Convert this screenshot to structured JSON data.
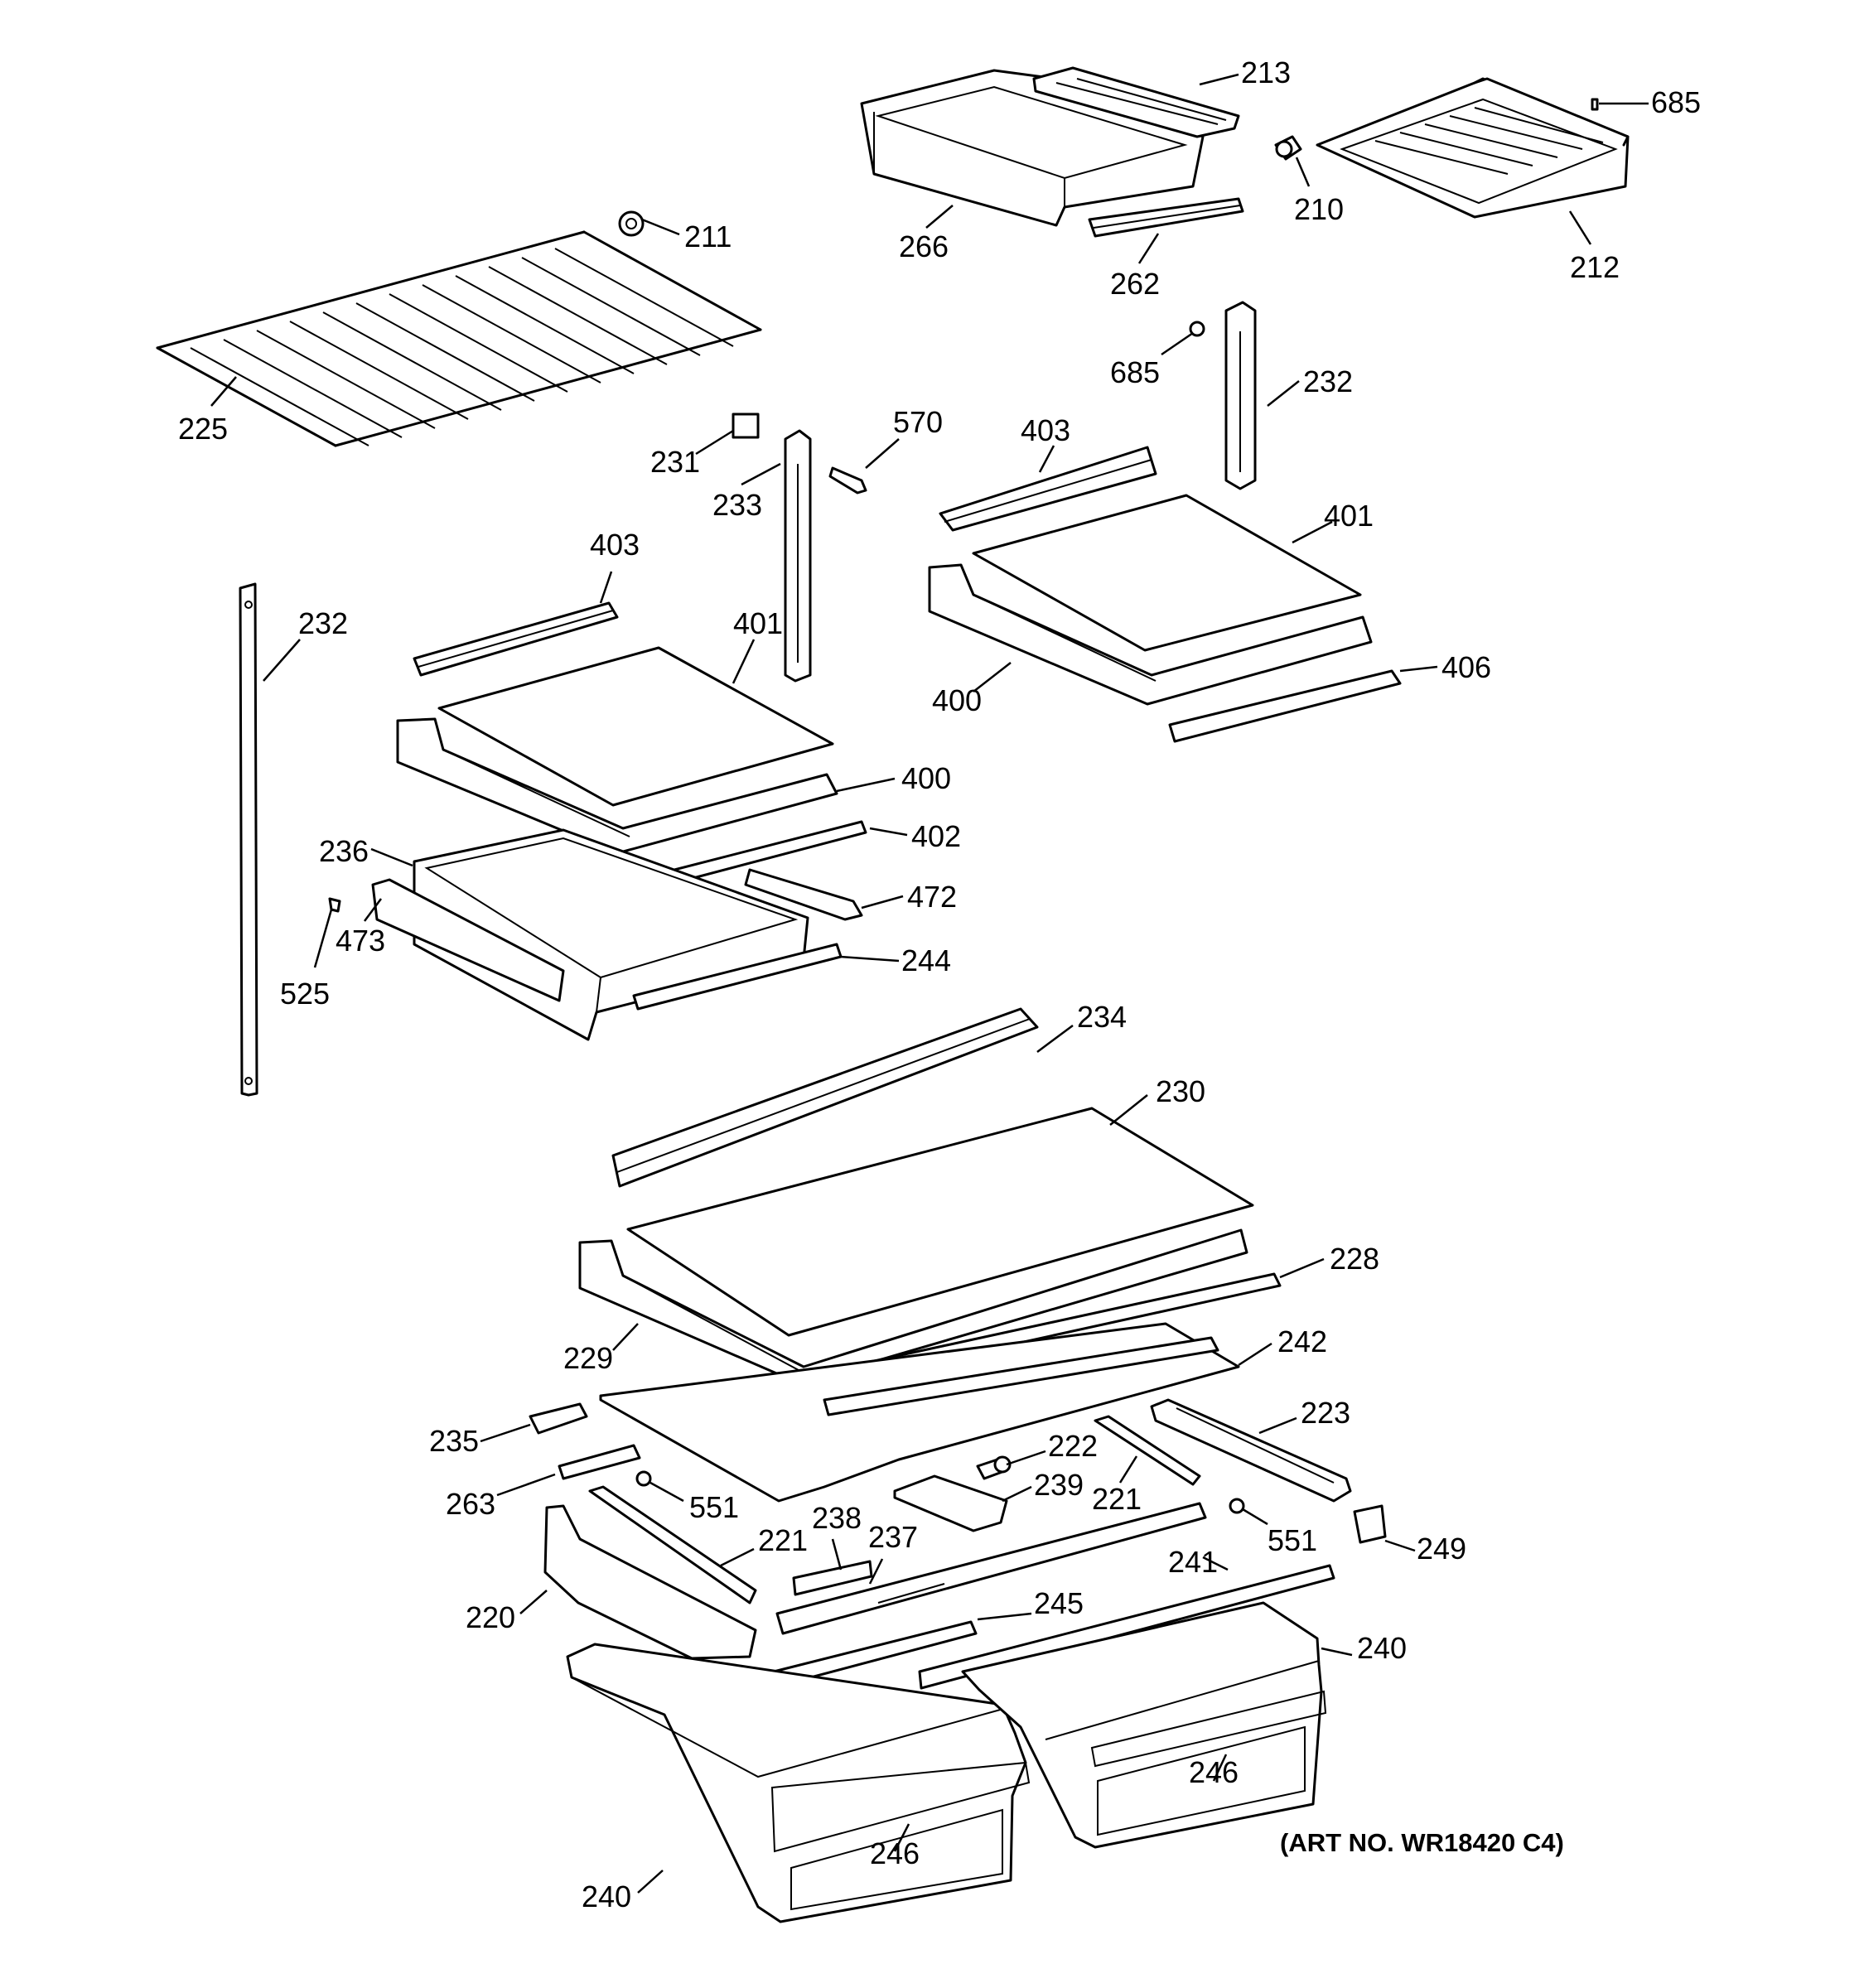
{
  "diagram": {
    "art_number": "(ART NO. WR18420 C4)",
    "line_color": "#000000",
    "background_color": "#ffffff",
    "callouts": [
      {
        "id": "c213",
        "text": "213"
      },
      {
        "id": "c685a",
        "text": "685"
      },
      {
        "id": "c211",
        "text": "211"
      },
      {
        "id": "c266",
        "text": "266"
      },
      {
        "id": "c210",
        "text": "210"
      },
      {
        "id": "c262",
        "text": "262"
      },
      {
        "id": "c212",
        "text": "212"
      },
      {
        "id": "c685b",
        "text": "685"
      },
      {
        "id": "c232a",
        "text": "232"
      },
      {
        "id": "c225",
        "text": "225"
      },
      {
        "id": "c570",
        "text": "570"
      },
      {
        "id": "c403a",
        "text": "403"
      },
      {
        "id": "c231",
        "text": "231"
      },
      {
        "id": "c233",
        "text": "233"
      },
      {
        "id": "c401a",
        "text": "401"
      },
      {
        "id": "c403b",
        "text": "403"
      },
      {
        "id": "c232b",
        "text": "232"
      },
      {
        "id": "c401b",
        "text": "401"
      },
      {
        "id": "c406",
        "text": "406"
      },
      {
        "id": "c400a",
        "text": "400"
      },
      {
        "id": "c400b",
        "text": "400"
      },
      {
        "id": "c402",
        "text": "402"
      },
      {
        "id": "c236",
        "text": "236"
      },
      {
        "id": "c472",
        "text": "472"
      },
      {
        "id": "c473",
        "text": "473"
      },
      {
        "id": "c244",
        "text": "244"
      },
      {
        "id": "c525",
        "text": "525"
      },
      {
        "id": "c234",
        "text": "234"
      },
      {
        "id": "c230",
        "text": "230"
      },
      {
        "id": "c228",
        "text": "228"
      },
      {
        "id": "c242",
        "text": "242"
      },
      {
        "id": "c229",
        "text": "229"
      },
      {
        "id": "c223",
        "text": "223"
      },
      {
        "id": "c235",
        "text": "235"
      },
      {
        "id": "c222",
        "text": "222"
      },
      {
        "id": "c239",
        "text": "239"
      },
      {
        "id": "c221a",
        "text": "221"
      },
      {
        "id": "c263",
        "text": "263"
      },
      {
        "id": "c551a",
        "text": "551"
      },
      {
        "id": "c238",
        "text": "238"
      },
      {
        "id": "c551b",
        "text": "551"
      },
      {
        "id": "c249",
        "text": "249"
      },
      {
        "id": "c221b",
        "text": "221"
      },
      {
        "id": "c237",
        "text": "237"
      },
      {
        "id": "c241",
        "text": "241"
      },
      {
        "id": "c220",
        "text": "220"
      },
      {
        "id": "c245",
        "text": "245"
      },
      {
        "id": "c240a",
        "text": "240"
      },
      {
        "id": "c246a",
        "text": "246"
      },
      {
        "id": "c246b",
        "text": "246"
      },
      {
        "id": "c240b",
        "text": "240"
      }
    ]
  }
}
